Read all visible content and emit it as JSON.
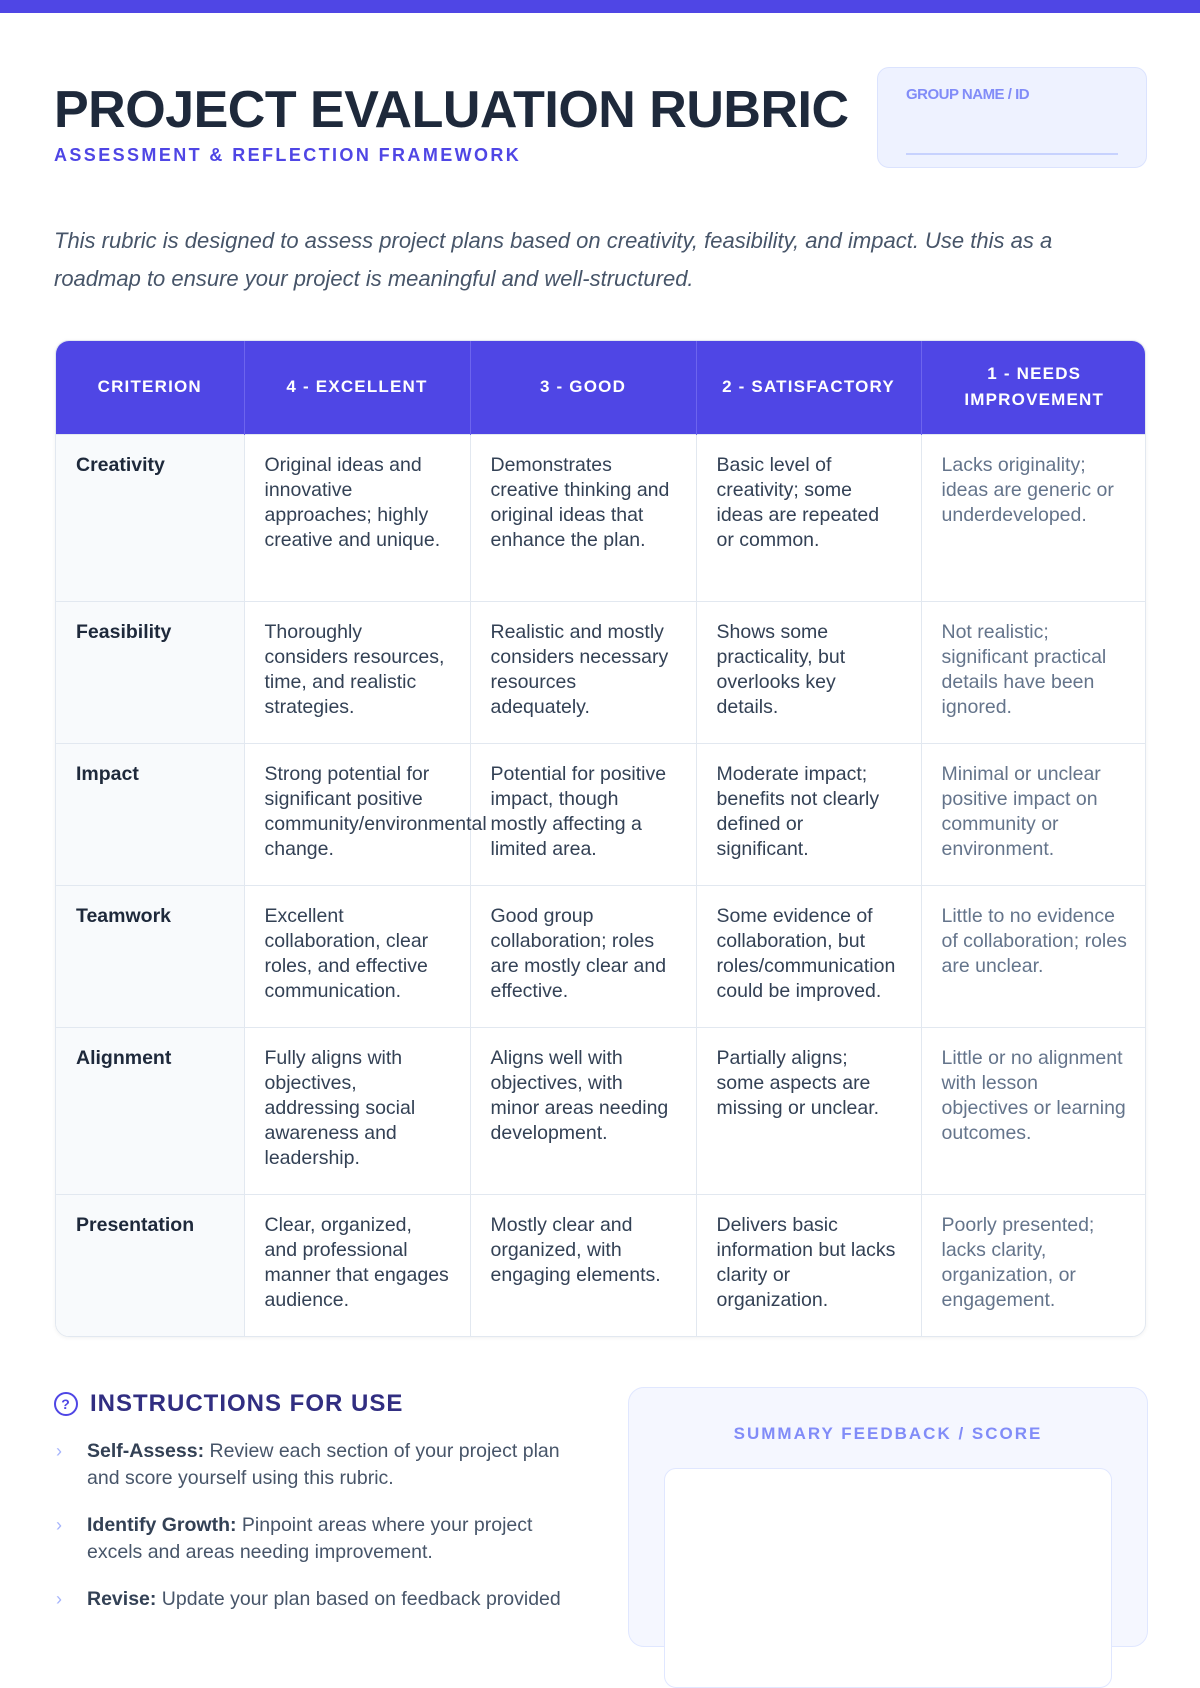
{
  "header": {
    "title": "PROJECT EVALUATION RUBRIC",
    "subtitle": "ASSESSMENT & REFLECTION FRAMEWORK",
    "group_label": "GROUP NAME / ID"
  },
  "intro": "This rubric is designed to assess project plans based on creativity, feasibility, and impact. Use this as a roadmap to ensure your project is meaningful and well-structured.",
  "table": {
    "headers": [
      "CRITERION",
      "4 - EXCELLENT",
      "3 - GOOD",
      "2 - SATISFACTORY",
      "1 - NEEDS IMPROVEMENT"
    ],
    "rows": [
      [
        "Creativity",
        "Original ideas and innovative approaches; highly creative and unique.",
        "Demonstrates creative thinking and original ideas that enhance the plan.",
        "Basic level of creativity; some ideas are repeated or common.",
        "Lacks originality; ideas are generic or underdeveloped."
      ],
      [
        "Feasibility",
        "Thoroughly considers resources, time, and realistic strategies.",
        "Realistic and mostly considers necessary resources adequately.",
        "Shows some practicality, but overlooks key details.",
        "Not realistic; significant practical details have been ignored."
      ],
      [
        "Impact",
        "Strong potential for significant positive community/environmental change.",
        "Potential for positive impact, though mostly affecting a limited area.",
        "Moderate impact; benefits not clearly defined or significant.",
        "Minimal or unclear positive impact on community or environment."
      ],
      [
        "Teamwork",
        "Excellent collaboration, clear roles, and effective communication.",
        "Good group collaboration; roles are mostly clear and effective.",
        "Some evidence of collaboration, but roles/communication could be improved.",
        "Little to no evidence of collaboration; roles are unclear."
      ],
      [
        "Alignment",
        "Fully aligns with objectives, addressing social awareness and leadership.",
        "Aligns well with objectives, with minor areas needing development.",
        "Partially aligns; some aspects are missing or unclear.",
        "Little or no alignment with lesson objectives or learning outcomes."
      ],
      [
        "Presentation",
        "Clear, organized, and professional manner that engages audience.",
        "Mostly clear and organized, with engaging elements.",
        "Delivers basic information but lacks clarity or organization.",
        "Poorly presented; lacks clarity, organization, or engagement."
      ]
    ]
  },
  "instructions": {
    "title": "INSTRUCTIONS FOR USE",
    "items": [
      {
        "bold": "Self-Assess:",
        "text": " Review each section of your project plan and score yourself using this rubric."
      },
      {
        "bold": "Identify Growth:",
        "text": " Pinpoint areas where your project excels and areas needing improvement."
      },
      {
        "bold": "Revise:",
        "text": " Update your plan based on feedback provided"
      }
    ]
  },
  "summary": {
    "label": "SUMMARY FEEDBACK / SCORE"
  }
}
